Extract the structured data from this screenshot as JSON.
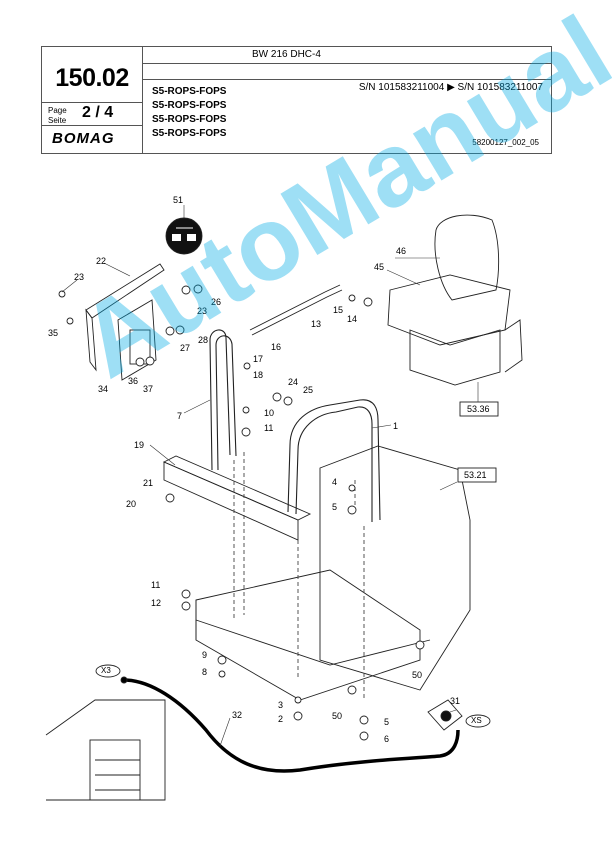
{
  "header": {
    "page_number": "150.02",
    "page_label": "Page\nSeite",
    "page_value": "2 / 4",
    "logo": "BOMAG",
    "model": "BW 216 DHC-4",
    "serial_range": "S/N 101583211004   ▶   S/N 101583211007",
    "titles": [
      "S5-ROPS-FOPS",
      "S5-ROPS-FOPS",
      "S5-ROPS-FOPS",
      "S5-ROPS-FOPS"
    ],
    "doc_number": "58200127_002_05"
  },
  "diagram": {
    "callouts": [
      "51",
      "22",
      "23",
      "35",
      "26",
      "23",
      "27",
      "28",
      "36",
      "37",
      "34",
      "13",
      "15",
      "14",
      "46",
      "45",
      "53.36",
      "17",
      "16",
      "18",
      "24",
      "25",
      "7",
      "10",
      "11",
      "1",
      "19",
      "4",
      "5",
      "53.21",
      "21",
      "20",
      "11",
      "12",
      "9",
      "8",
      "50",
      "3",
      "2",
      "50",
      "5",
      "6",
      "31",
      "32",
      "X3",
      "XS"
    ]
  },
  "watermark": "AutoManual"
}
